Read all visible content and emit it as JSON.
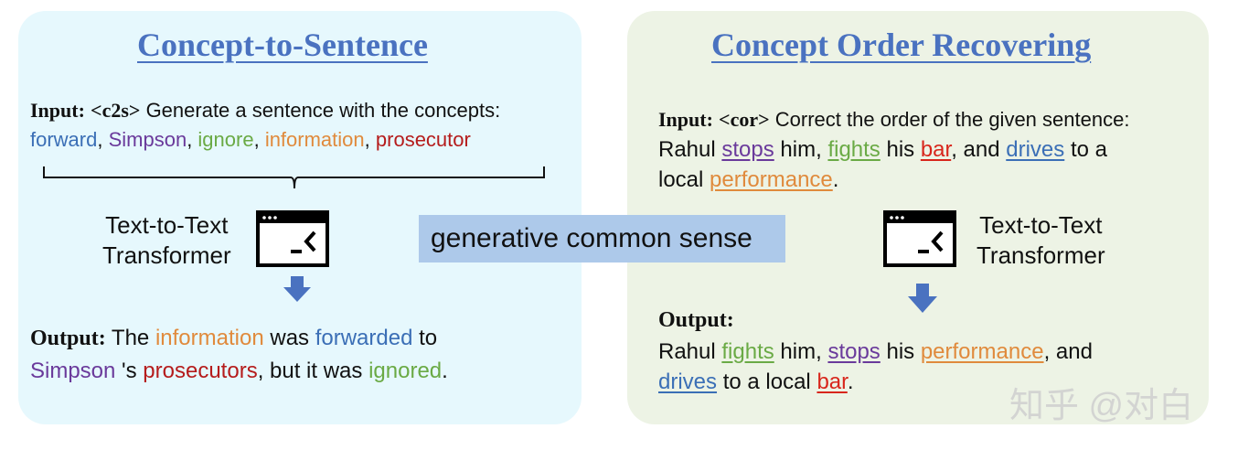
{
  "left": {
    "title": "Concept-to-Sentence",
    "input_label": "Input:",
    "input_tag": "<c2s>",
    "input_text": " Generate a sentence with the concepts:",
    "concepts": [
      "forward",
      "Simpson",
      "ignore",
      "information",
      "prosecutor"
    ],
    "sep": ", ",
    "model_line1": "Text-to-Text",
    "model_line2": "Transformer",
    "output_label": "Output:",
    "output": {
      "t1": " The ",
      "w1": "information",
      "t2": " was ",
      "w2": "forwarded",
      "t3": " to",
      "w3": "Simpson",
      "t4": " 's ",
      "w4": "prosecutors",
      "t5": ", but it was ",
      "w5": "ignored",
      "t6": "."
    }
  },
  "right": {
    "title": "Concept Order Recovering",
    "input_label": "Input:",
    "input_tag": "<cor>",
    "input_text": " Correct the order of the given sentence:",
    "sentence": {
      "t1": "Rahul ",
      "w1": "stops",
      "t2": " him, ",
      "w2": "fights",
      "t3": " his ",
      "w3": "bar",
      "t4": ", and ",
      "w4": "drives",
      "t5": " to a",
      "t6": "local ",
      "w5": "performance",
      "t7": "."
    },
    "model_line1": "Text-to-Text",
    "model_line2": "Transformer",
    "output_label": "Output:",
    "output": {
      "t1": "Rahul ",
      "w1": "fights",
      "t2": " him, ",
      "w2": "stops",
      "t3": " his ",
      "w3": "performance",
      "t4": ", and",
      "w4": "drives",
      "t5": " to a local ",
      "w5": "bar",
      "t6": "."
    }
  },
  "center_label": "generative common sense",
  "watermark": "知乎 @对白",
  "colors": {
    "left_panel_bg": "#e6f8fd",
    "right_panel_bg": "#edf3e5",
    "title_color": "#4a72c0",
    "center_box_bg": "#adc9ea",
    "arrow_color": "#4a72c0"
  },
  "icons": [
    "terminal-window-icon",
    "down-arrow-icon",
    "curly-brace-icon"
  ]
}
